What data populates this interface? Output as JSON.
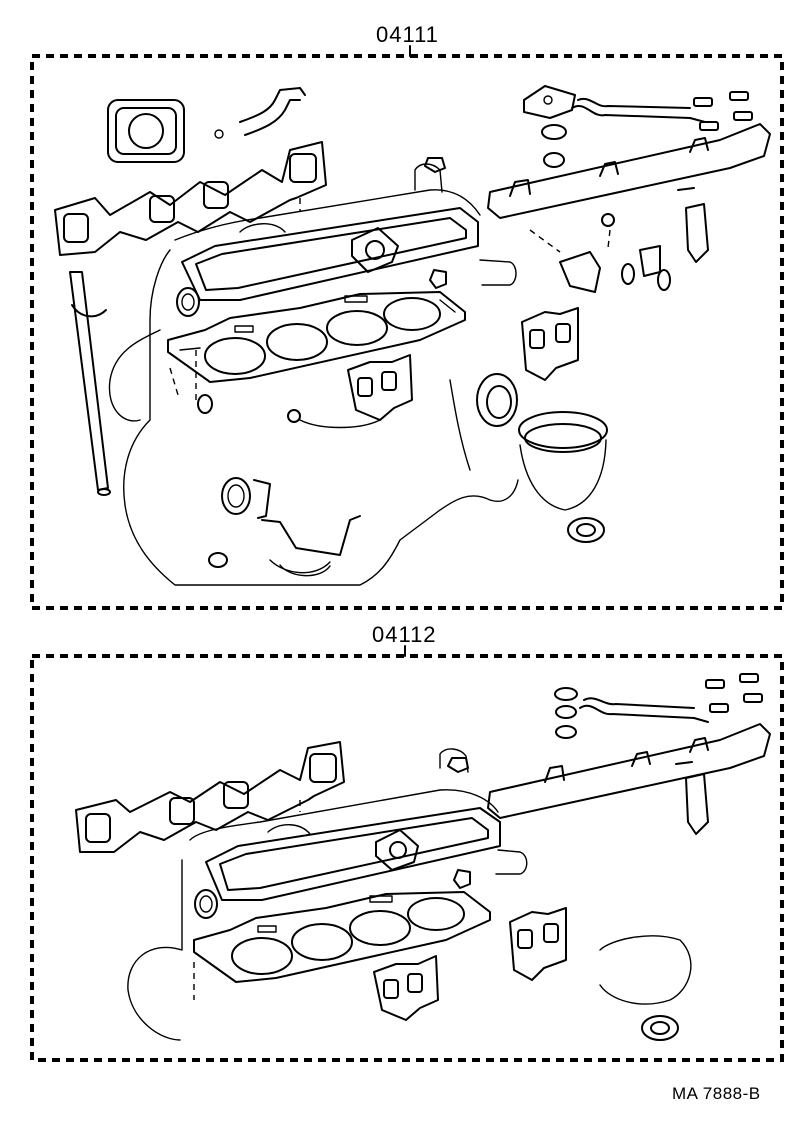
{
  "diagrams": [
    {
      "part_number": "04111"
    },
    {
      "part_number": "04112"
    }
  ],
  "footer": {
    "reference": "MA  7888-B"
  }
}
